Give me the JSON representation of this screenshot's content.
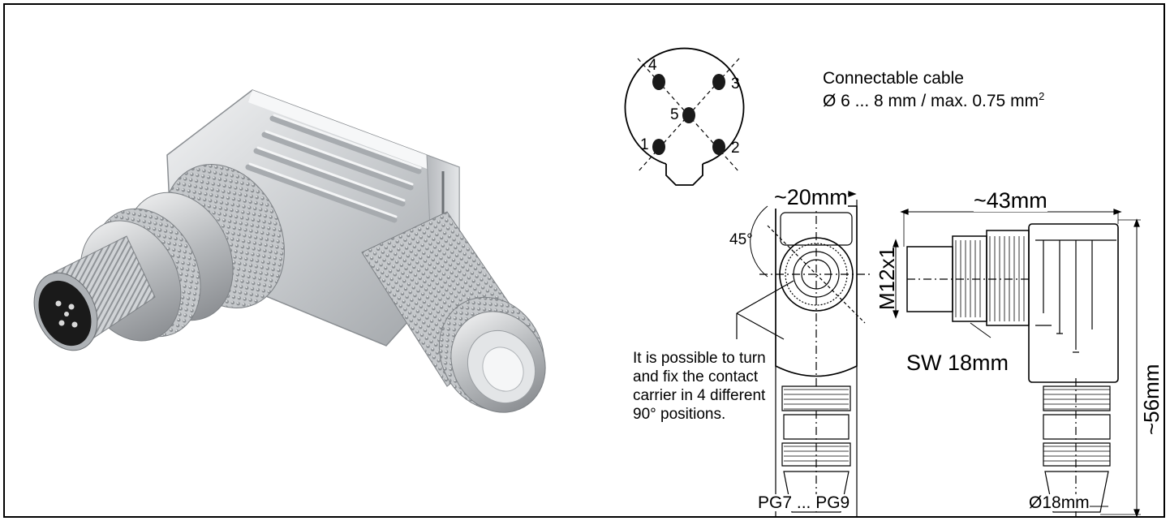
{
  "cable_info": {
    "line1": "Connectable cable",
    "line2": "Ø 6 ... 8 mm / max. 0.75 mm",
    "line2_sup": "2"
  },
  "pins": [
    "1",
    "2",
    "3",
    "4",
    "5"
  ],
  "dimensions": {
    "width_front": "~20mm",
    "angle": "45°",
    "length_side": "~43mm",
    "thread": "M12x1",
    "wrench": "SW 18mm",
    "height": "~56mm",
    "cable_gland": "PG7 ... PG9",
    "diameter": "Ø18mm"
  },
  "note": "It is possible to turn and fix the contact carrier in 4 different 90° positions.",
  "colors": {
    "line": "#000000",
    "metal_light": "#d7d9dc",
    "metal_dark": "#8e9296",
    "insert": "#1a1a1a"
  }
}
